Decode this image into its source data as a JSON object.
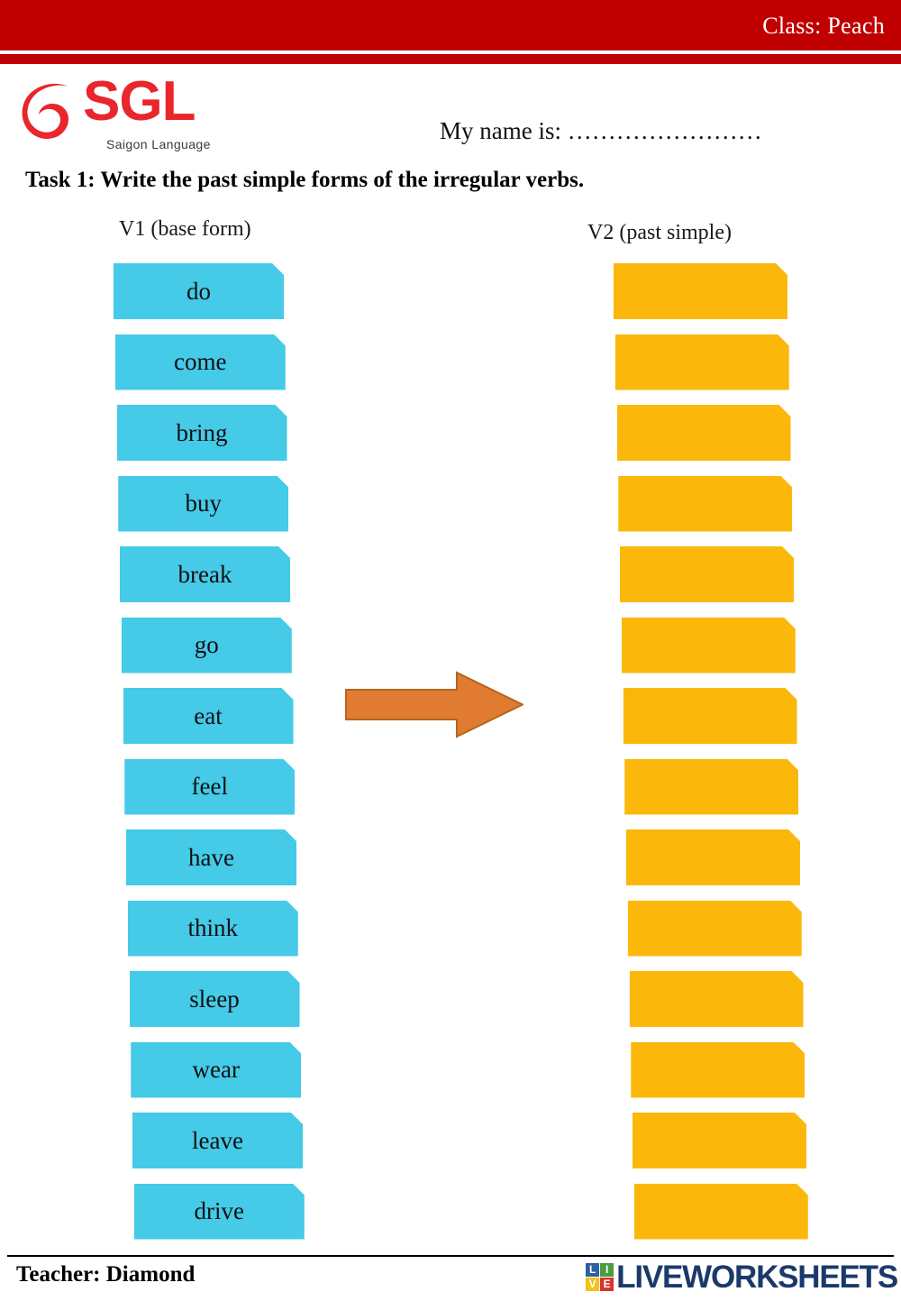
{
  "header": {
    "class_label": "Class: Peach",
    "bar_color": "#C00000"
  },
  "logo": {
    "brand": "SGL",
    "tagline": "Saigon Language",
    "brand_color": "#E8262C"
  },
  "name_field": {
    "label": "My name is: ……………………"
  },
  "task": {
    "title": "Task 1: Write the past simple forms of the irregular verbs."
  },
  "columns": {
    "v1_heading": "V1 (base form)",
    "v2_heading": "V2 (past simple)"
  },
  "arrow": {
    "direction": "right",
    "fill_color": "#E17B32",
    "stroke_color": "#B4651F"
  },
  "colors": {
    "v1_card": "#45CAE8",
    "v2_card": "#FBB80B"
  },
  "rows": [
    {
      "v1": "do",
      "v2": ""
    },
    {
      "v1": "come",
      "v2": ""
    },
    {
      "v1": "bring",
      "v2": ""
    },
    {
      "v1": "buy",
      "v2": ""
    },
    {
      "v1": "break",
      "v2": ""
    },
    {
      "v1": "go",
      "v2": ""
    },
    {
      "v1": "eat",
      "v2": ""
    },
    {
      "v1": "feel",
      "v2": ""
    },
    {
      "v1": "have",
      "v2": ""
    },
    {
      "v1": "think",
      "v2": ""
    },
    {
      "v1": "sleep",
      "v2": ""
    },
    {
      "v1": "wear",
      "v2": ""
    },
    {
      "v1": "leave",
      "v2": ""
    },
    {
      "v1": "drive",
      "v2": ""
    }
  ],
  "footer": {
    "teacher": "Teacher: Diamond",
    "watermark_word": "LIVEWORKSHEETS",
    "watermark_cells": [
      "L",
      "I",
      "V",
      "E"
    ]
  }
}
